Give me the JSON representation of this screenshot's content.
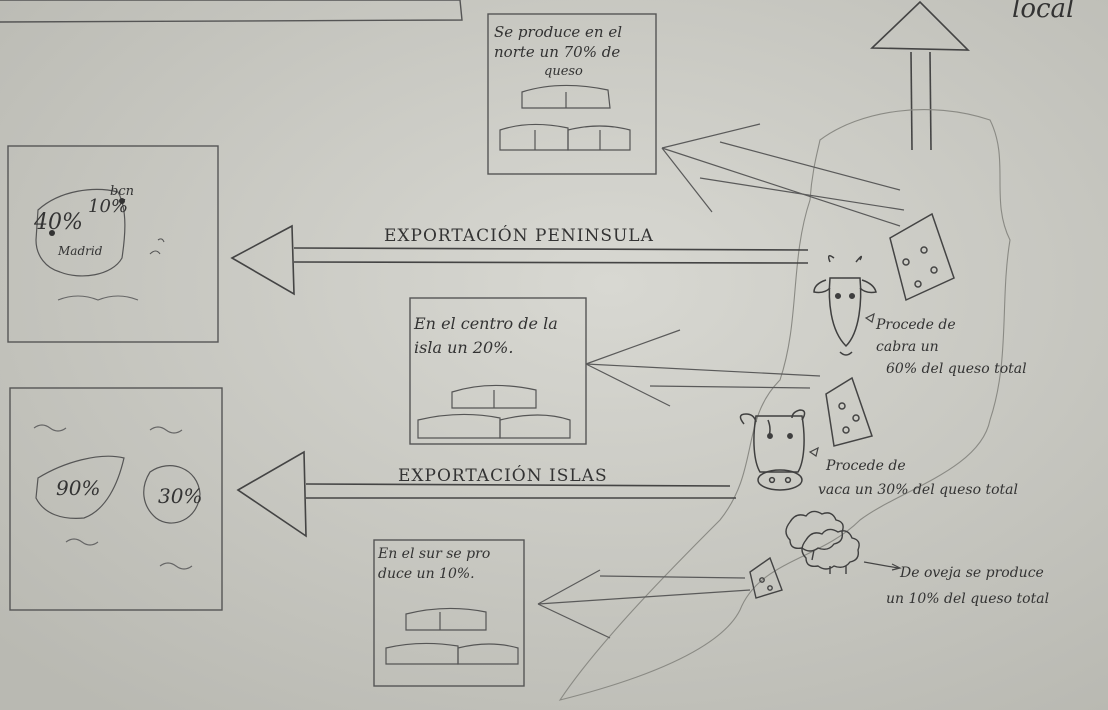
{
  "corner_label": "local",
  "top_box": {
    "lines": [
      "Se produce en el",
      "norte un 70% de",
      "queso"
    ]
  },
  "center_box": {
    "lines": [
      "En el centro de la",
      "isla un 20%."
    ]
  },
  "south_box": {
    "lines": [
      "En el sur se pro",
      "duce un 10%."
    ]
  },
  "peninsula_map": {
    "pct_madrid": "40%",
    "pct_bcn": "10%",
    "label_bcn": "bcn",
    "label_madrid": "Madrid"
  },
  "islands_map": {
    "pct_tenerife": "90%",
    "pct_other": "30%"
  },
  "arrows": {
    "peninsula": "EXPORTACIÓN PENINSULA",
    "islas": "EXPORTACIÓN ISLAS"
  },
  "sources": {
    "cabra": [
      "Procede de",
      "cabra un",
      "60% del queso total"
    ],
    "vaca": [
      "Procede de",
      "vaca un 30% del queso total"
    ],
    "oveja": [
      "De oveja se produce",
      "un 10% del queso total"
    ]
  },
  "colors": {
    "paper": "#c9c9c3",
    "pencil": "#4a4a4a"
  }
}
